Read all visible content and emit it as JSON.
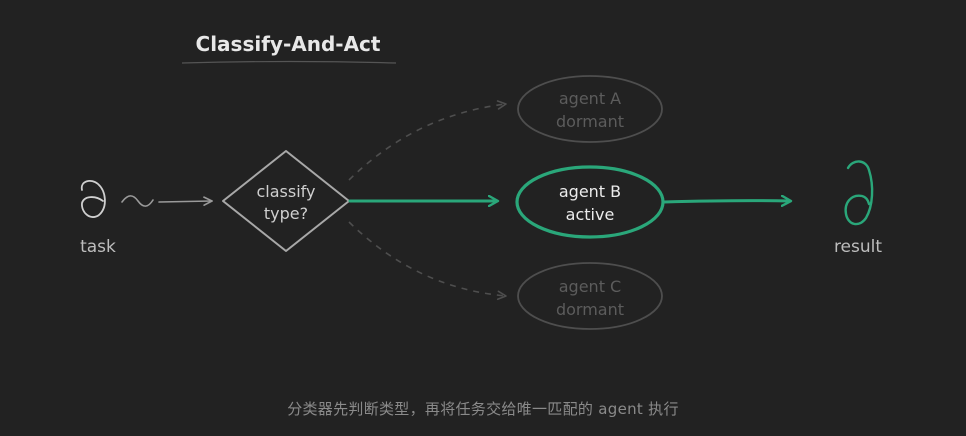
{
  "title": "Classify-And-Act",
  "task_label": "task",
  "classifier": {
    "line1": "classify",
    "line2": "type?"
  },
  "agents": [
    {
      "name": "agent A",
      "state": "dormant",
      "active": false
    },
    {
      "name": "agent B",
      "state": "active",
      "active": true
    },
    {
      "name": "agent C",
      "state": "dormant",
      "active": false
    }
  ],
  "result_label": "result",
  "caption": "分类器先判断类型，再将任务交给唯一匹配的 agent 执行",
  "colors": {
    "background": "#222222",
    "active": "#2aa77a",
    "dormant": "#4e4e4e",
    "sketch": "#cfcfcf",
    "muted_text": "#5c5c5c",
    "label_text": "#bdbdbd"
  }
}
